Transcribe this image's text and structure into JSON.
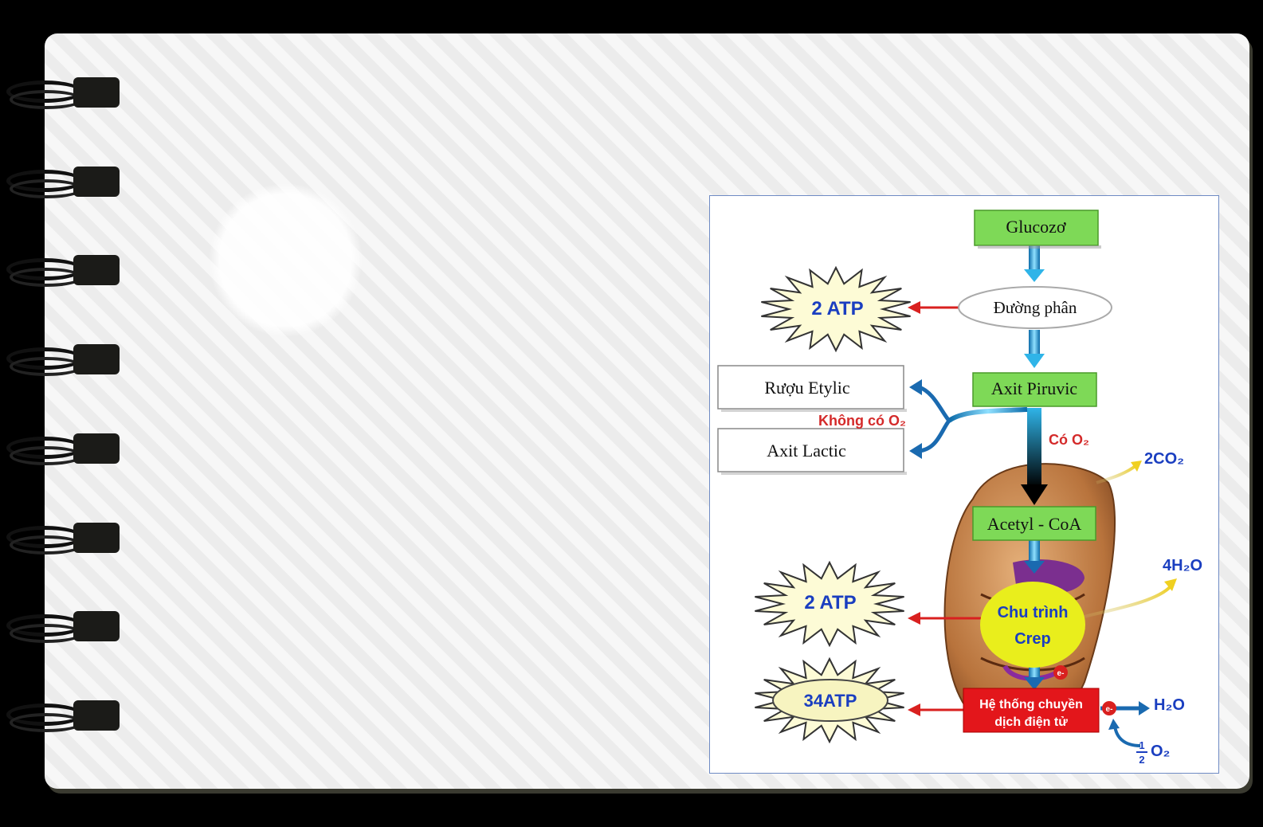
{
  "diagram": {
    "glucose": "Glucozơ",
    "glycolysis": "Đường phân",
    "atp_glycolysis": "2 ATP",
    "pyruvic": "Axit Piruvic",
    "ethanol": "Rượu Etylic",
    "lactic": "Axit Lactic",
    "no_oxygen": "Không có O₂",
    "with_oxygen": "Có O₂",
    "co2": "2CO₂",
    "acetyl_coa": "Acetyl - CoA",
    "h2o_krebs": "4H₂O",
    "atp_krebs": "2 ATP",
    "krebs_line1": "Chu trình",
    "krebs_line2": "Crep",
    "atp_etc": "34ATP",
    "etc_line1": "Hệ thống chuyền",
    "etc_line2": "dịch điện tử",
    "h2o_etc": "H₂O",
    "half_o2": "O₂",
    "half_num": "1",
    "half_den": "2",
    "electron": "e-"
  },
  "colors": {
    "green_box": "#7ed957",
    "blue_arrow": "#2fb4e8",
    "red_arrow": "#d9201f",
    "red_text": "#d42a2a",
    "blue_text": "#1a3ec0",
    "star_fill": "#fdfbd6",
    "krebs_fill": "#e9ee1c",
    "etc_fill": "#e3161b",
    "mito_fill": "#b8733c"
  }
}
